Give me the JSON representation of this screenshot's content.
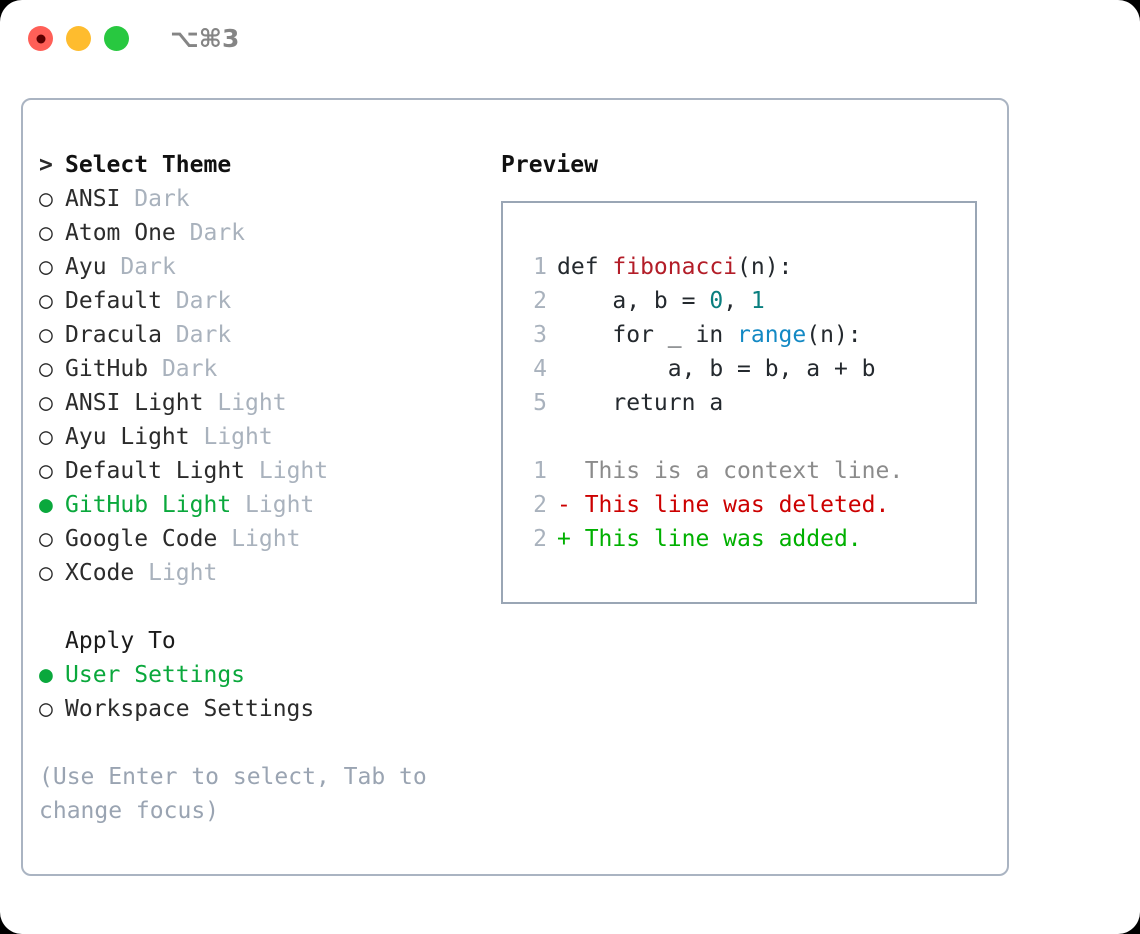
{
  "window": {
    "shortcut_label": "⌥⌘3",
    "traffic_lights": [
      {
        "name": "close",
        "color": "#ff5f57"
      },
      {
        "name": "minimize",
        "color": "#febc2e"
      },
      {
        "name": "maximize",
        "color": "#28c840"
      }
    ]
  },
  "left": {
    "header_marker": ">",
    "header_label": "Select Theme",
    "themes": [
      {
        "marker": "○",
        "name": "ANSI",
        "variant": "Dark",
        "selected": false
      },
      {
        "marker": "○",
        "name": "Atom One",
        "variant": "Dark",
        "selected": false
      },
      {
        "marker": "○",
        "name": "Ayu",
        "variant": "Dark",
        "selected": false
      },
      {
        "marker": "○",
        "name": "Default",
        "variant": "Dark",
        "selected": false
      },
      {
        "marker": "○",
        "name": "Dracula",
        "variant": "Dark",
        "selected": false
      },
      {
        "marker": "○",
        "name": "GitHub",
        "variant": "Dark",
        "selected": false
      },
      {
        "marker": "○",
        "name": "ANSI Light",
        "variant": "Light",
        "selected": false
      },
      {
        "marker": "○",
        "name": "Ayu Light",
        "variant": "Light",
        "selected": false
      },
      {
        "marker": "○",
        "name": "Default Light",
        "variant": "Light",
        "selected": false
      },
      {
        "marker": "●",
        "name": "GitHub Light",
        "variant": "Light",
        "selected": true
      },
      {
        "marker": "○",
        "name": "Google Code",
        "variant": "Light",
        "selected": false
      },
      {
        "marker": "○",
        "name": "XCode",
        "variant": "Light",
        "selected": false
      }
    ],
    "apply_to_label": "Apply To",
    "apply_options": [
      {
        "marker": "●",
        "label": "User Settings",
        "selected": true
      },
      {
        "marker": "○",
        "label": "Workspace Settings",
        "selected": false
      }
    ],
    "hint": "(Use Enter to select, Tab to change focus)"
  },
  "preview": {
    "title": "Preview",
    "code_lines": [
      {
        "num": "1",
        "tokens": [
          {
            "t": "def ",
            "c": "plain"
          },
          {
            "t": "fibonacci",
            "c": "fn"
          },
          {
            "t": "(n):",
            "c": "plain"
          }
        ]
      },
      {
        "num": "2",
        "tokens": [
          {
            "t": "    a, b = ",
            "c": "plain"
          },
          {
            "t": "0",
            "c": "num"
          },
          {
            "t": ", ",
            "c": "plain"
          },
          {
            "t": "1",
            "c": "num"
          }
        ]
      },
      {
        "num": "3",
        "tokens": [
          {
            "t": "    for _ in ",
            "c": "plain"
          },
          {
            "t": "range",
            "c": "call"
          },
          {
            "t": "(n):",
            "c": "plain"
          }
        ]
      },
      {
        "num": "4",
        "tokens": [
          {
            "t": "        a, b = b, a + b",
            "c": "plain"
          }
        ]
      },
      {
        "num": "5",
        "tokens": [
          {
            "t": "    return a",
            "c": "plain"
          }
        ]
      }
    ],
    "diff_lines": [
      {
        "num": "1",
        "sign": " ",
        "text": " This is a context line.",
        "kind": "ctx"
      },
      {
        "num": "2",
        "sign": "-",
        "text": " This line was deleted.",
        "kind": "del"
      },
      {
        "num": "2",
        "sign": "+",
        "text": " This line was added.",
        "kind": "add"
      }
    ]
  },
  "colors": {
    "selected_green": "#0aa83c",
    "diff_added": "#00b000",
    "diff_deleted": "#cc0000",
    "function_name": "#b31d28",
    "number_literal": "#0a7f7f",
    "builtin_call": "#1389c4",
    "muted": "#a9b2bd",
    "border": "#aab4c2"
  }
}
